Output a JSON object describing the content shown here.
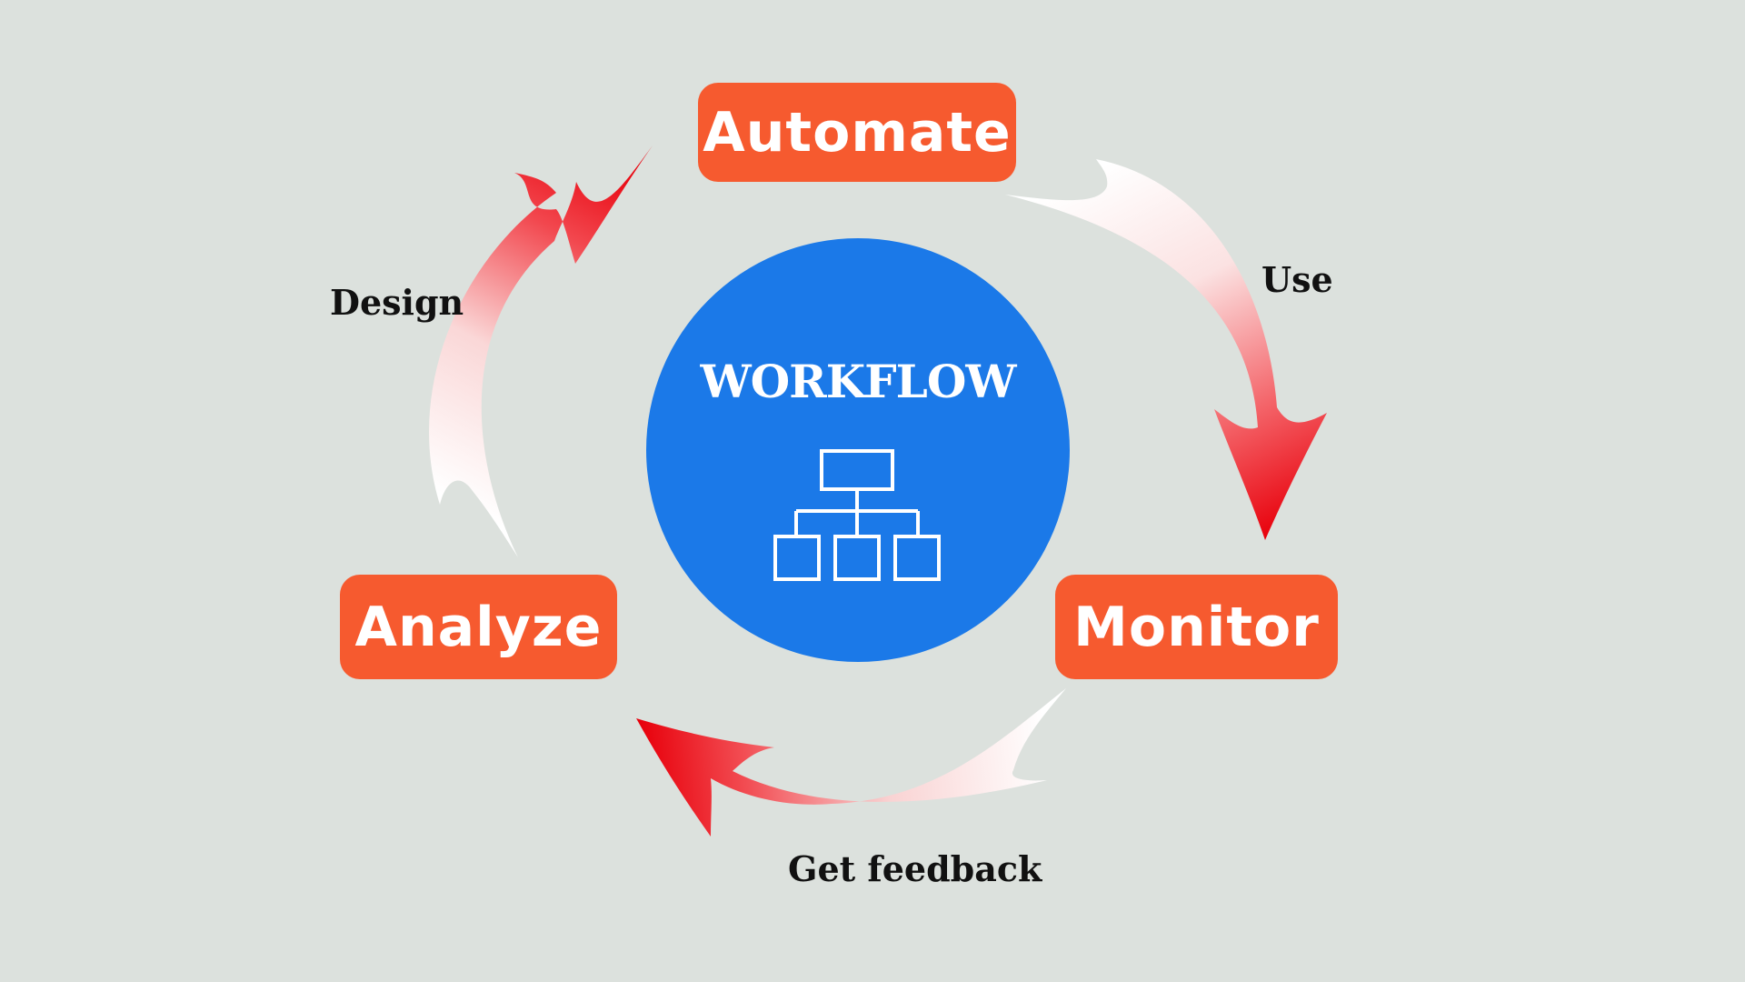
{
  "diagram": {
    "center": {
      "title": "WORKFLOW",
      "icon": "hierarchy-icon",
      "color": "#1b79e8"
    },
    "stages": [
      {
        "id": "automate",
        "label": "Automate"
      },
      {
        "id": "monitor",
        "label": "Monitor"
      },
      {
        "id": "analyze",
        "label": "Analyze"
      }
    ],
    "edges": [
      {
        "from": "automate",
        "to": "monitor",
        "label": "Use"
      },
      {
        "from": "monitor",
        "to": "analyze",
        "label": "Get feedback"
      },
      {
        "from": "analyze",
        "to": "automate",
        "label": "Design"
      }
    ],
    "colors": {
      "background": "#dce1dd",
      "stage_box": "#f65a2f",
      "arrow_head": "#e8000b",
      "arrow_tail": "#ffffff"
    }
  }
}
